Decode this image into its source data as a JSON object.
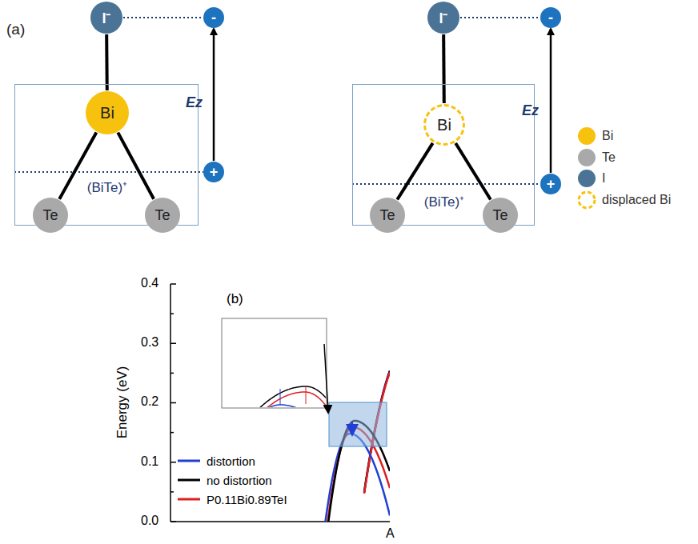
{
  "diagram": {
    "nodes": [
      {
        "text": [
          "I⁻"
        ]
      },
      {
        "text": [
          "(BiTe)⁺"
        ]
      },
      {
        "text": [
          "Bi"
        ],
        "in": 1
      },
      {
        "text": [
          "Te"
        ],
        "in": 1
      },
      {
        "text": [
          "Te"
        ],
        "in": 1
      },
      {
        "text": [
          "-"
        ]
      },
      {
        "text": [
          "+"
        ]
      },
      {
        "text": [
          "I⁻"
        ]
      },
      {
        "text": [
          "(BiTe)⁺"
        ]
      },
      {
        "text": [
          "Bi"
        ],
        "in": 8
      },
      {
        "text": [
          "Te"
        ],
        "in": 8
      },
      {
        "text": [
          "Te"
        ],
        "in": 8
      },
      {
        "text": [
          "-"
        ]
      },
      {
        "text": [
          "+"
        ]
      }
    ],
    "edges": [
      {
        "from": 0,
        "to": 2,
        "arrow": "none"
      },
      {
        "from": 2,
        "to": 3,
        "arrow": "none"
      },
      {
        "from": 2,
        "to": 4,
        "arrow": "none"
      },
      {
        "from": 0,
        "to": 5,
        "arrow": "none"
      },
      {
        "from": 6,
        "to": 5,
        "label": "Ez",
        "arrow": "to"
      },
      {
        "from": 7,
        "to": 9,
        "arrow": "none"
      },
      {
        "from": 9,
        "to": 10,
        "arrow": "none"
      },
      {
        "from": 9,
        "to": 11,
        "arrow": "none"
      },
      {
        "from": 7,
        "to": 12,
        "arrow": "none"
      },
      {
        "from": 13,
        "to": 12,
        "label": "Ez",
        "arrow": "to"
      }
    ],
    "labels": [
      "(a)",
      "(b)",
      "0.4",
      "0.3",
      "0.2",
      "0.1",
      "0.0",
      "Energy (eV)",
      "A"
    ],
    "legend": [
      {
        "text": "Bi",
        "color": "#f7c20e"
      },
      {
        "text": "Te",
        "color": "#a9a9a9"
      },
      {
        "text": "I",
        "color": "#4a7396"
      },
      {
        "text": "displaced Bi"
      },
      {
        "text": "distortion"
      },
      {
        "text": "no distortion"
      },
      {
        "text": "P0.11Bi0.89TeI"
      }
    ]
  }
}
